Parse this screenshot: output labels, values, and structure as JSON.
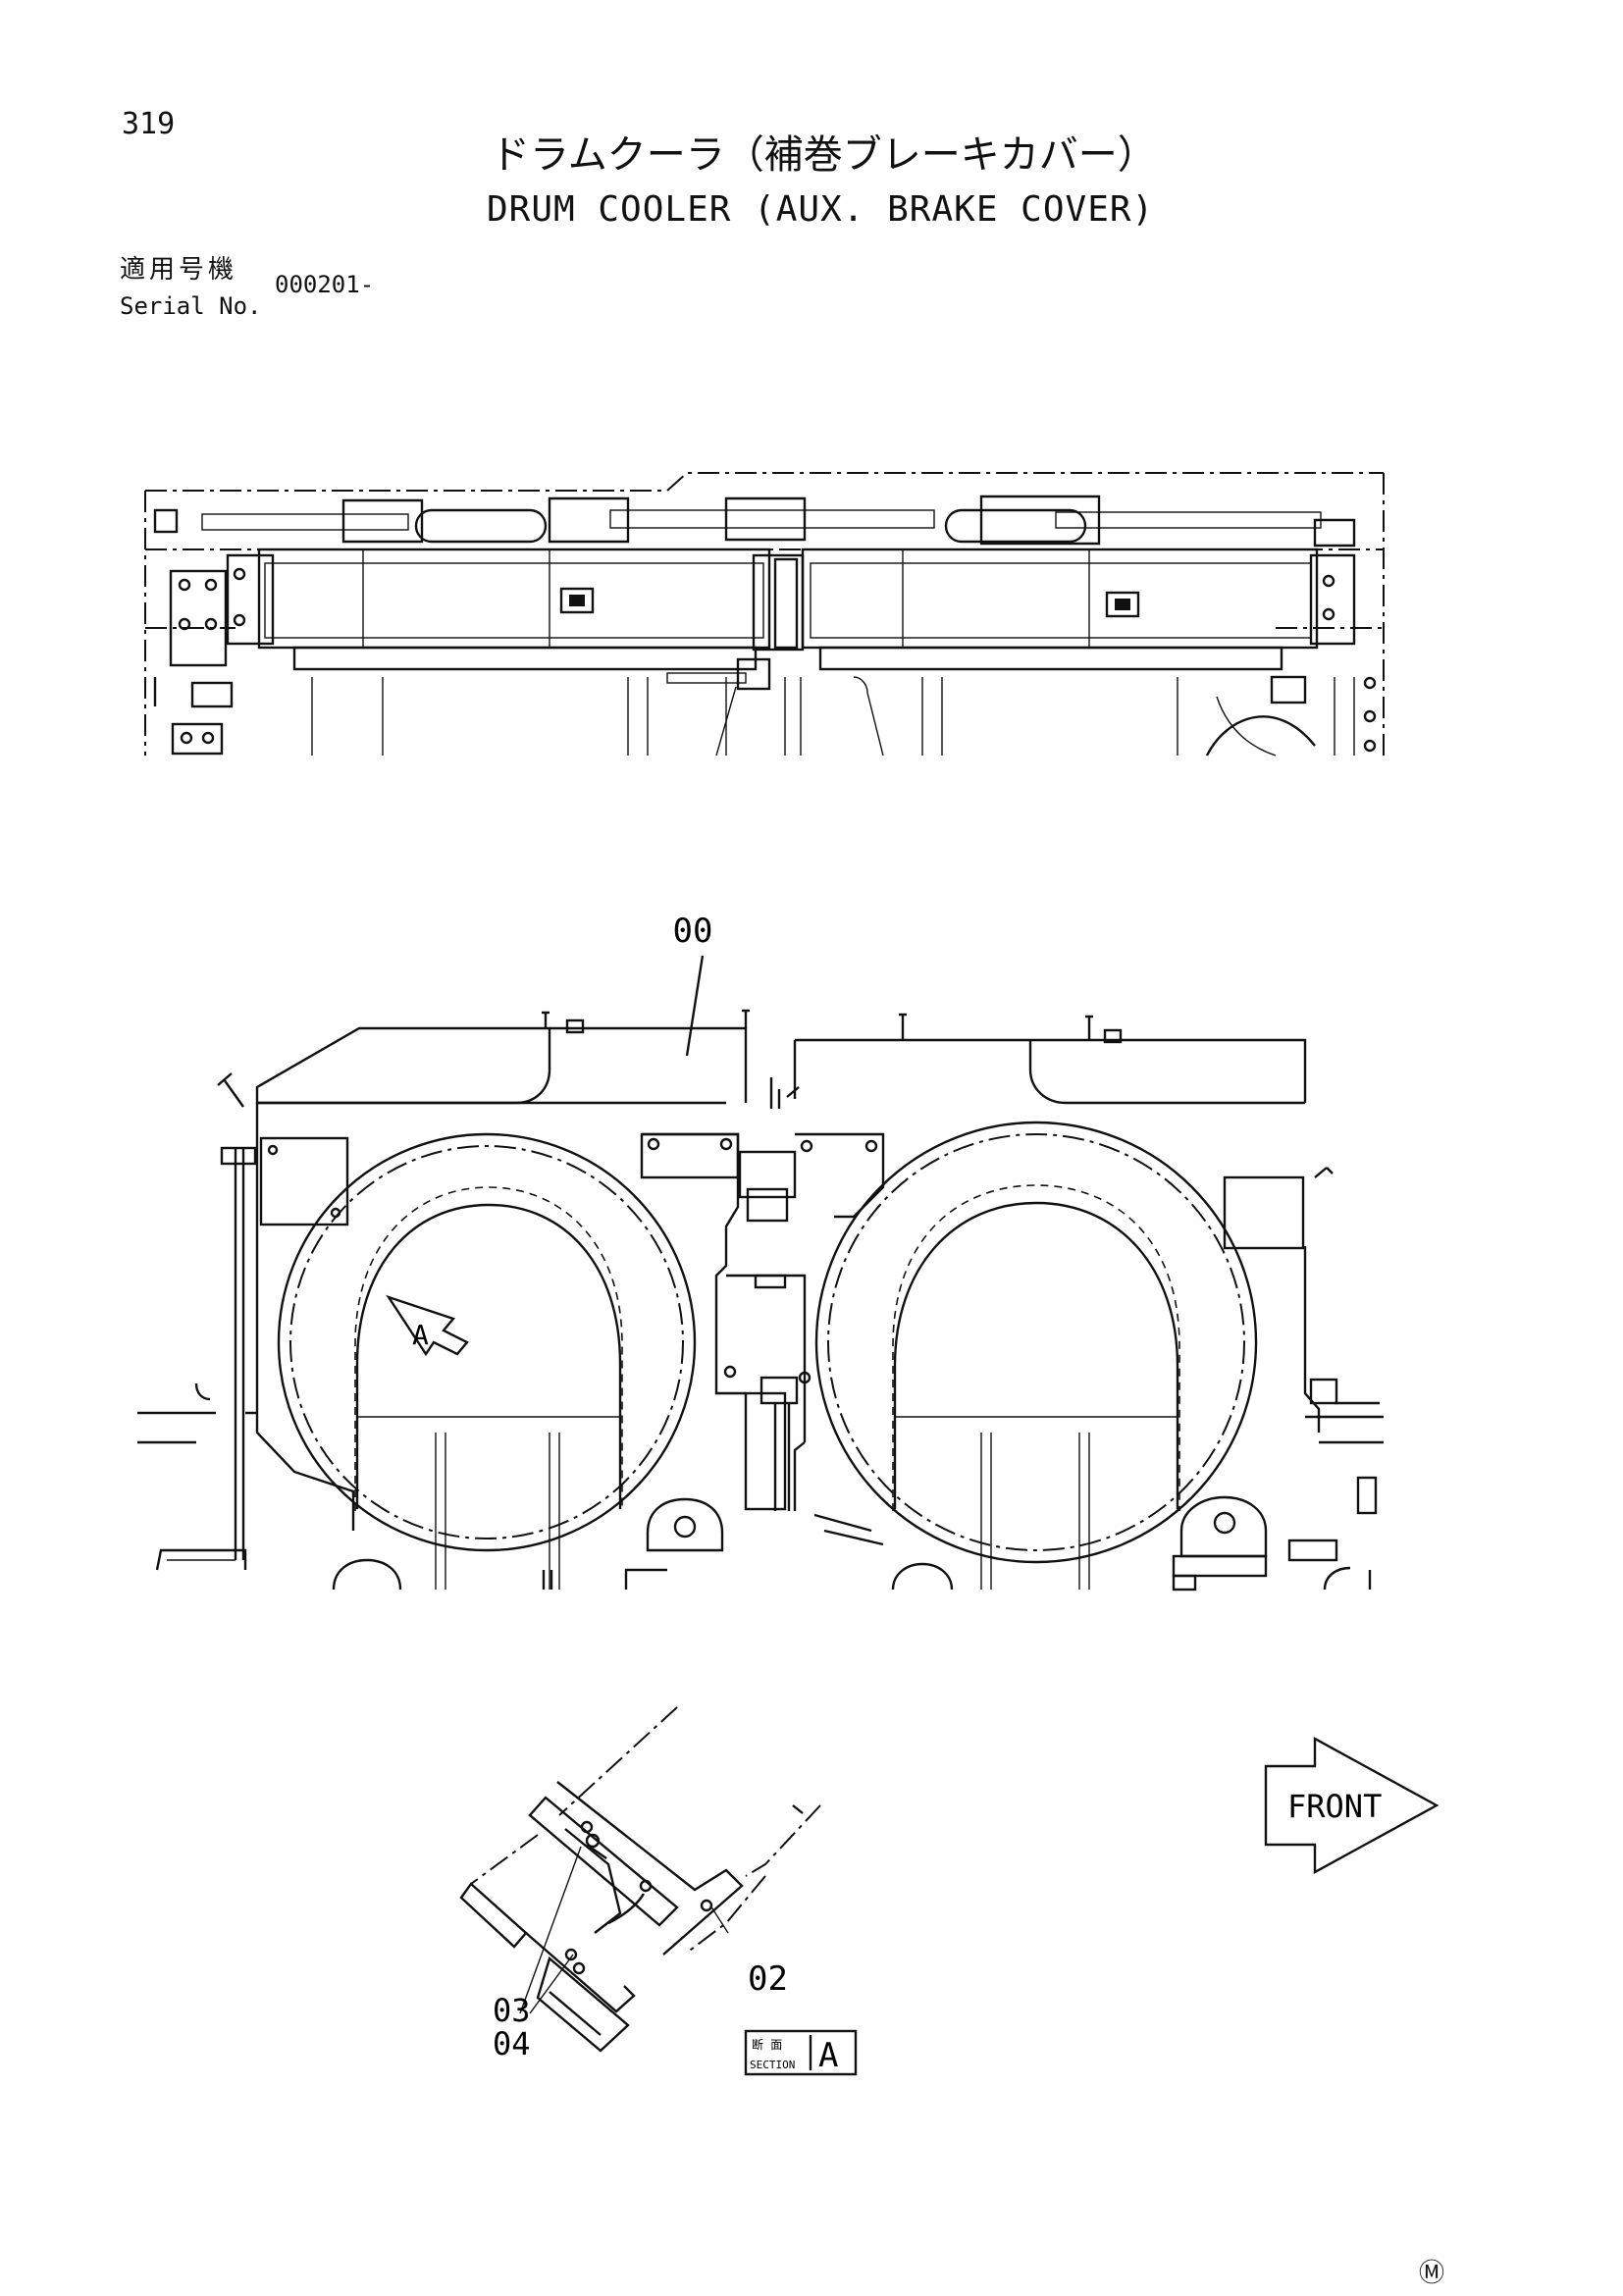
{
  "header": {
    "page_number": "319",
    "title_jp": "ドラムクーラ（補巻ブレーキカバー）",
    "title_en": "DRUM COOLER (AUX. BRAKE COVER)"
  },
  "serial": {
    "label_jp": "適用号機",
    "label_en": "Serial No.",
    "value": "000201-"
  },
  "callouts": {
    "c00": "00",
    "c02": "02",
    "c03": "03",
    "c04": "04",
    "view_a": "A"
  },
  "front_arrow": {
    "label": "FRONT"
  },
  "section": {
    "label_jp": "断 面",
    "label_en": "SECTION",
    "letter": "A"
  },
  "footer": {
    "mark": "Ⓜ"
  }
}
